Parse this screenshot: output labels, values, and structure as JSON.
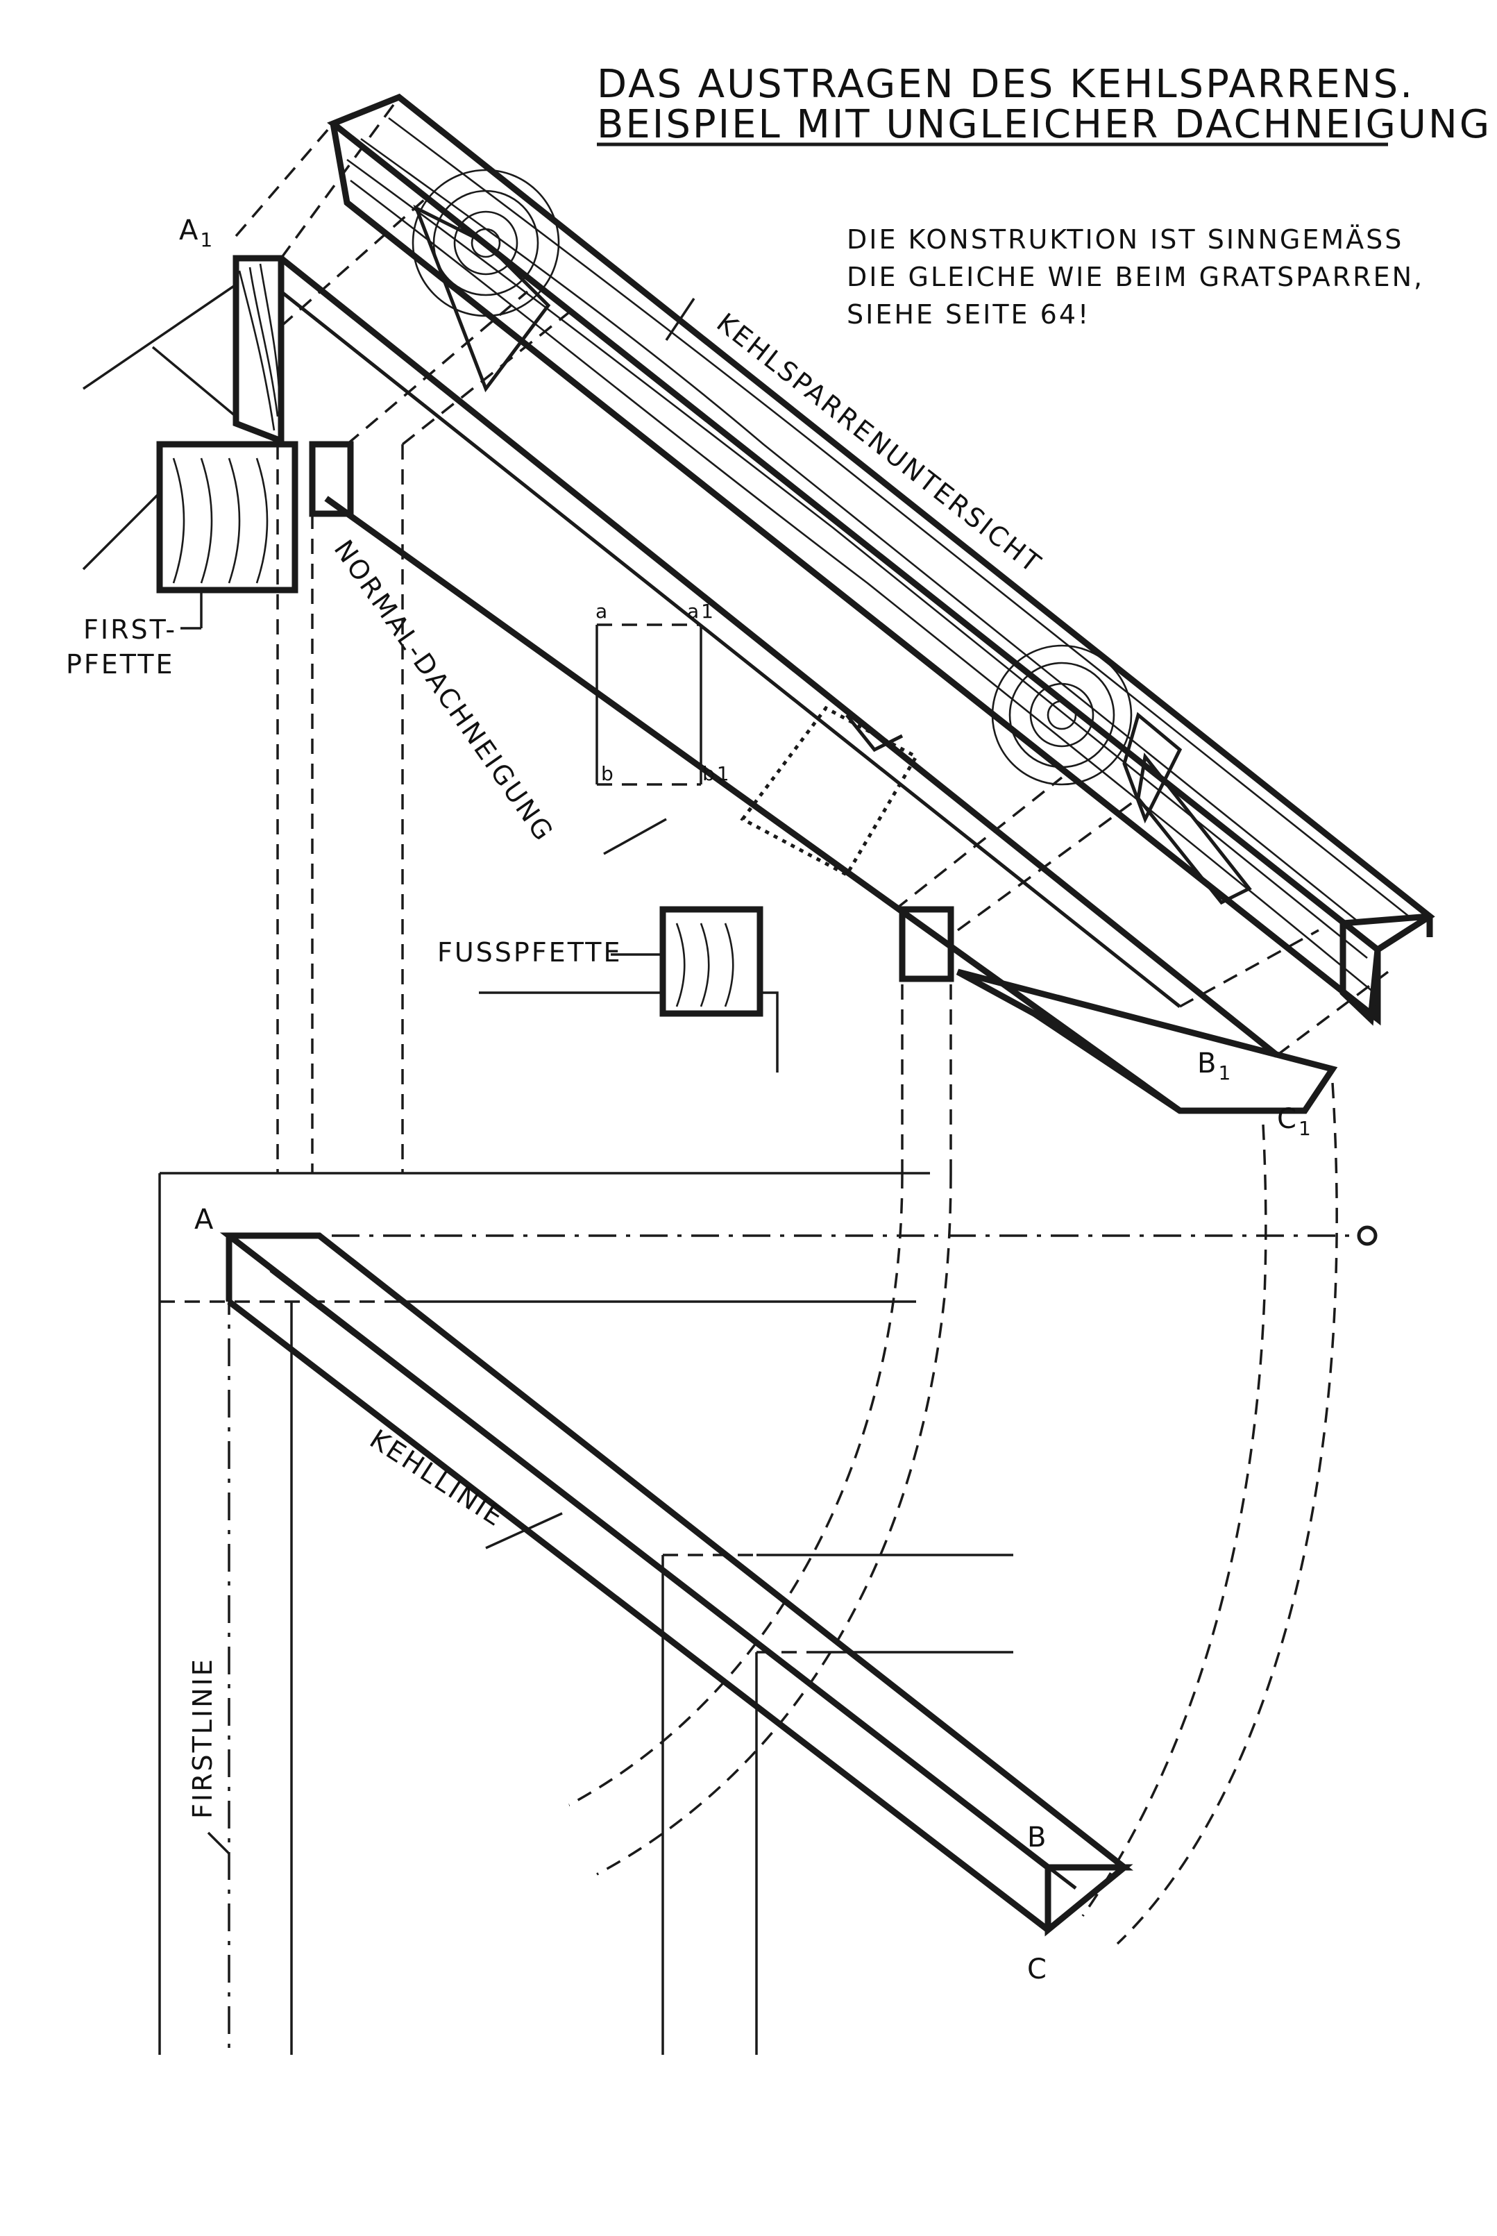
{
  "title": {
    "line1": "DAS AUSTRAGEN DES KEHLSPARRENS.",
    "line2": "BEISPIEL MIT UNGLEICHER DACHNEIGUNG"
  },
  "note": {
    "line1": "DIE KONSTRUKTION IST SINNGEMÄSS",
    "line2": "DIE GLEICHE WIE BEIM GRATSPARREN,",
    "line3": "SIEHE SEITE 64!"
  },
  "labels": {
    "kehlsparrenuntersicht": "KEHLSPARRENUNTERSICHT",
    "normal_dachneigung": "NORMAL-DACHNEIGUNG",
    "firstpfette_1": "FIRST-",
    "firstpfette_2": "PFETTE",
    "fusspfette": "FUSSPFETTE",
    "kehllinie": "KEHLLINIE",
    "firstlinie": "FIRSTLINIE"
  },
  "points": {
    "A1": "A",
    "A1_sub": "1",
    "A": "A",
    "O": "O",
    "B": "B",
    "C": "C",
    "B1": "B",
    "B1_sub": "1",
    "C1": "C",
    "C1_sub": "1",
    "a": "a",
    "a1": "a1",
    "b": "b",
    "b1": "b1"
  }
}
